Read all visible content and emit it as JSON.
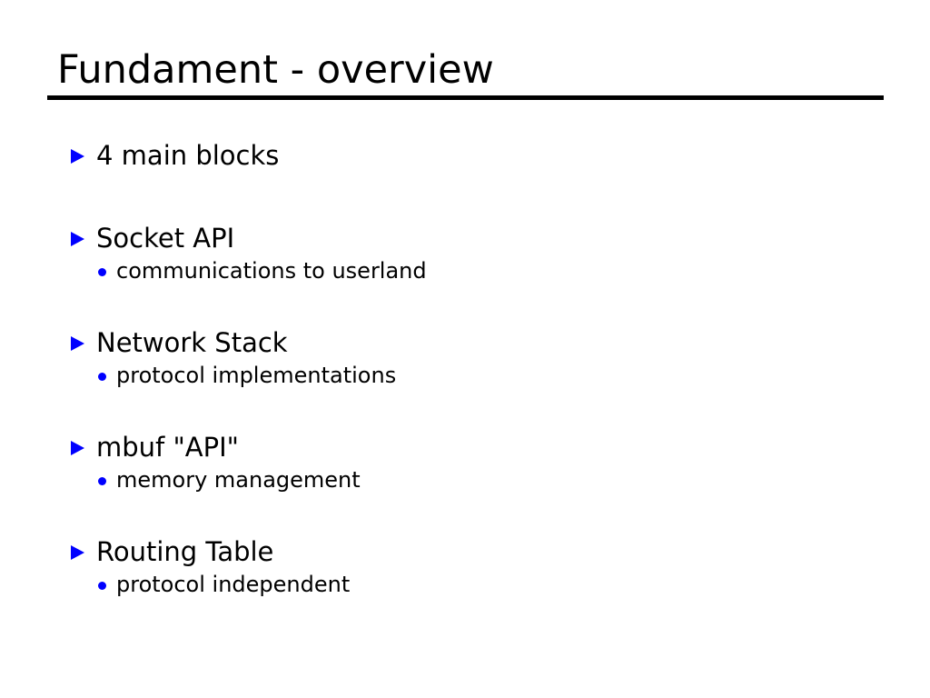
{
  "slide": {
    "title": "Fundament - overview",
    "background_color": "#ffffff",
    "text_color": "#000000",
    "accent_color": "#0000ff",
    "rule_color": "#000000",
    "marker_level1": "blue-triangle-right",
    "marker_level2": "blue-dot",
    "outline": [
      {
        "level1": "4 main blocks",
        "children": []
      },
      {
        "level1": "Socket API",
        "children": [
          "communications to userland"
        ]
      },
      {
        "level1": "Network Stack",
        "children": [
          "protocol implementations"
        ]
      },
      {
        "level1": "mbuf \"API\"",
        "children": [
          "memory management"
        ]
      },
      {
        "level1": "Routing Table",
        "children": [
          "protocol independent"
        ]
      }
    ]
  }
}
